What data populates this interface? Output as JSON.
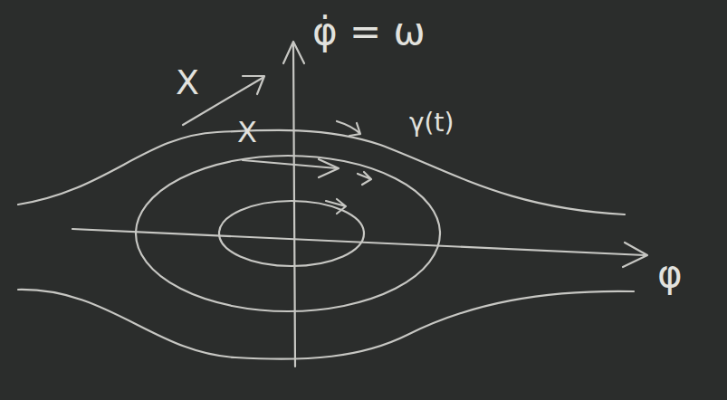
{
  "diagram": {
    "labels": [
      "φ̇ = ω",
      "X",
      "X",
      "γ(t)",
      "φ"
    ]
  }
}
